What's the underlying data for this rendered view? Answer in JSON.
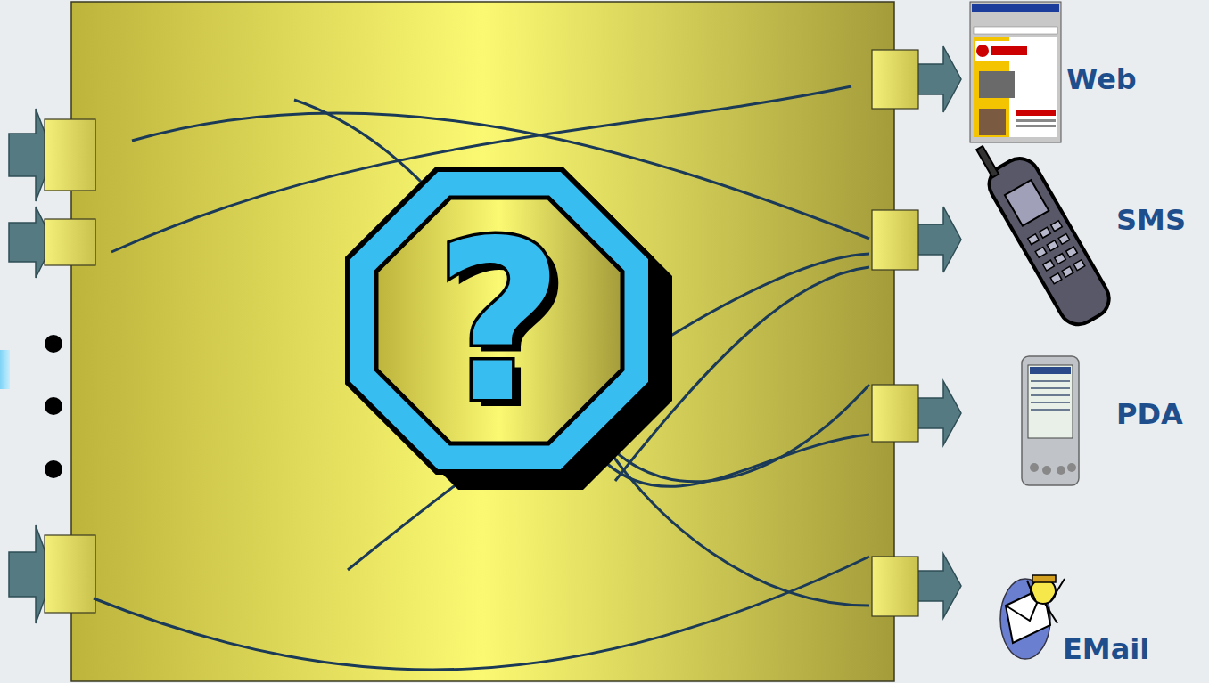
{
  "diagram": {
    "nodes": [
      {
        "text": [
          "Web"
        ]
      },
      {
        "text": [
          "SMS"
        ]
      },
      {
        "text": [
          "PDA"
        ]
      },
      {
        "text": [
          "EMail"
        ]
      }
    ],
    "labels": [
      "?"
    ]
  }
}
